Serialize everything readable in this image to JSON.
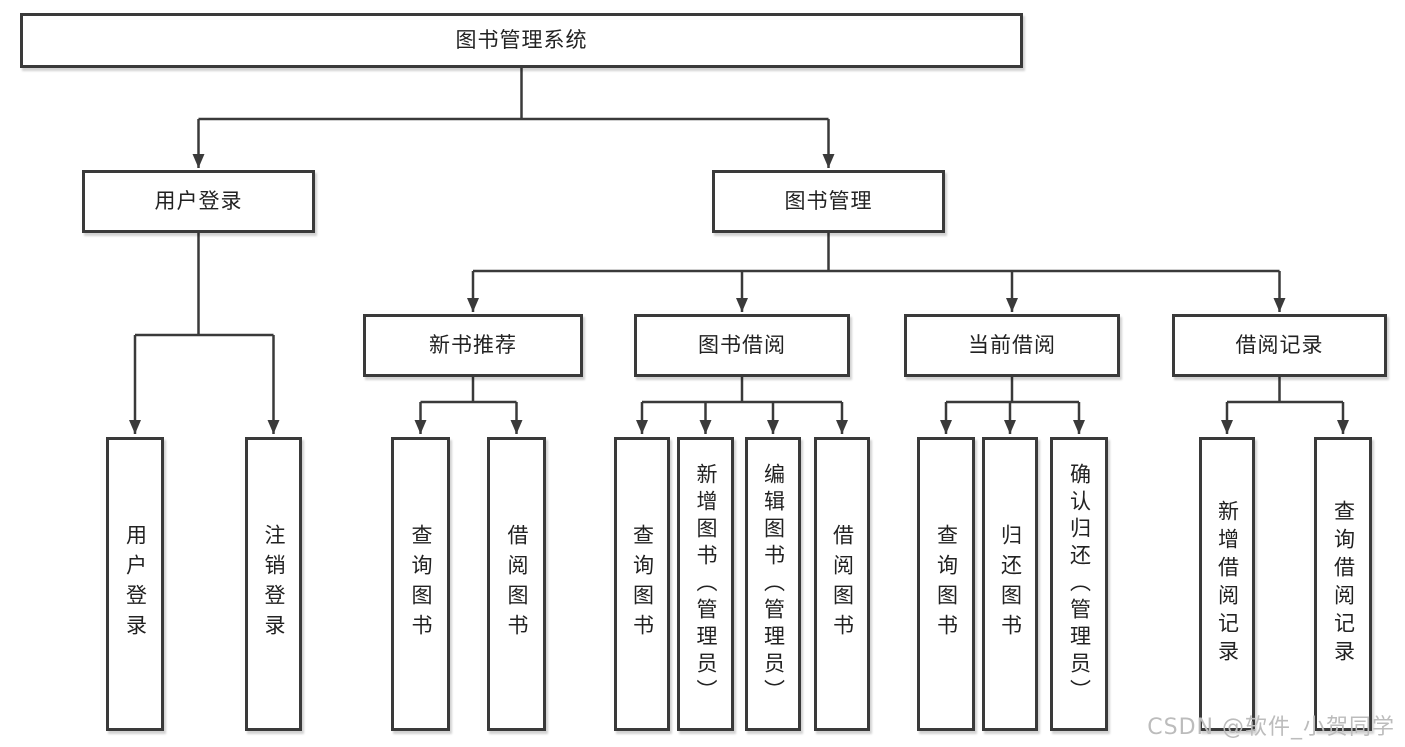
{
  "diagram_title": "图书管理系统",
  "nodes": {
    "root": "图书管理系统",
    "user_login_group": "用户登录",
    "book_management": "图书管理",
    "new_book_recommend": "新书推荐",
    "book_borrowing": "图书借阅",
    "current_borrowing": "当前借阅",
    "borrowing_records": "借阅记录",
    "user_login": "用户登录",
    "logout_login": "注销登录",
    "recommend_query_books": "查询图书",
    "recommend_borrow_books": "借阅图书",
    "borrowing_query_books": "查询图书",
    "borrowing_add_books": "新增图书（管理员）",
    "borrowing_edit_books": "编辑图书（管理员）",
    "borrowing_borrow_books": "借阅图书",
    "current_query_books": "查询图书",
    "current_return_books": "归还图书",
    "current_confirm_return": "确认归还（管理员）",
    "records_add_record": "新增借阅记录",
    "records_query_record": "查询借阅记录"
  },
  "watermark": "CSDN @软件_小贺同学",
  "colors": {
    "line": "#3a3a3a",
    "box_border": "#3a3a3a",
    "text": "#222222",
    "watermark": "#bcbcbc",
    "background": "#ffffff"
  }
}
